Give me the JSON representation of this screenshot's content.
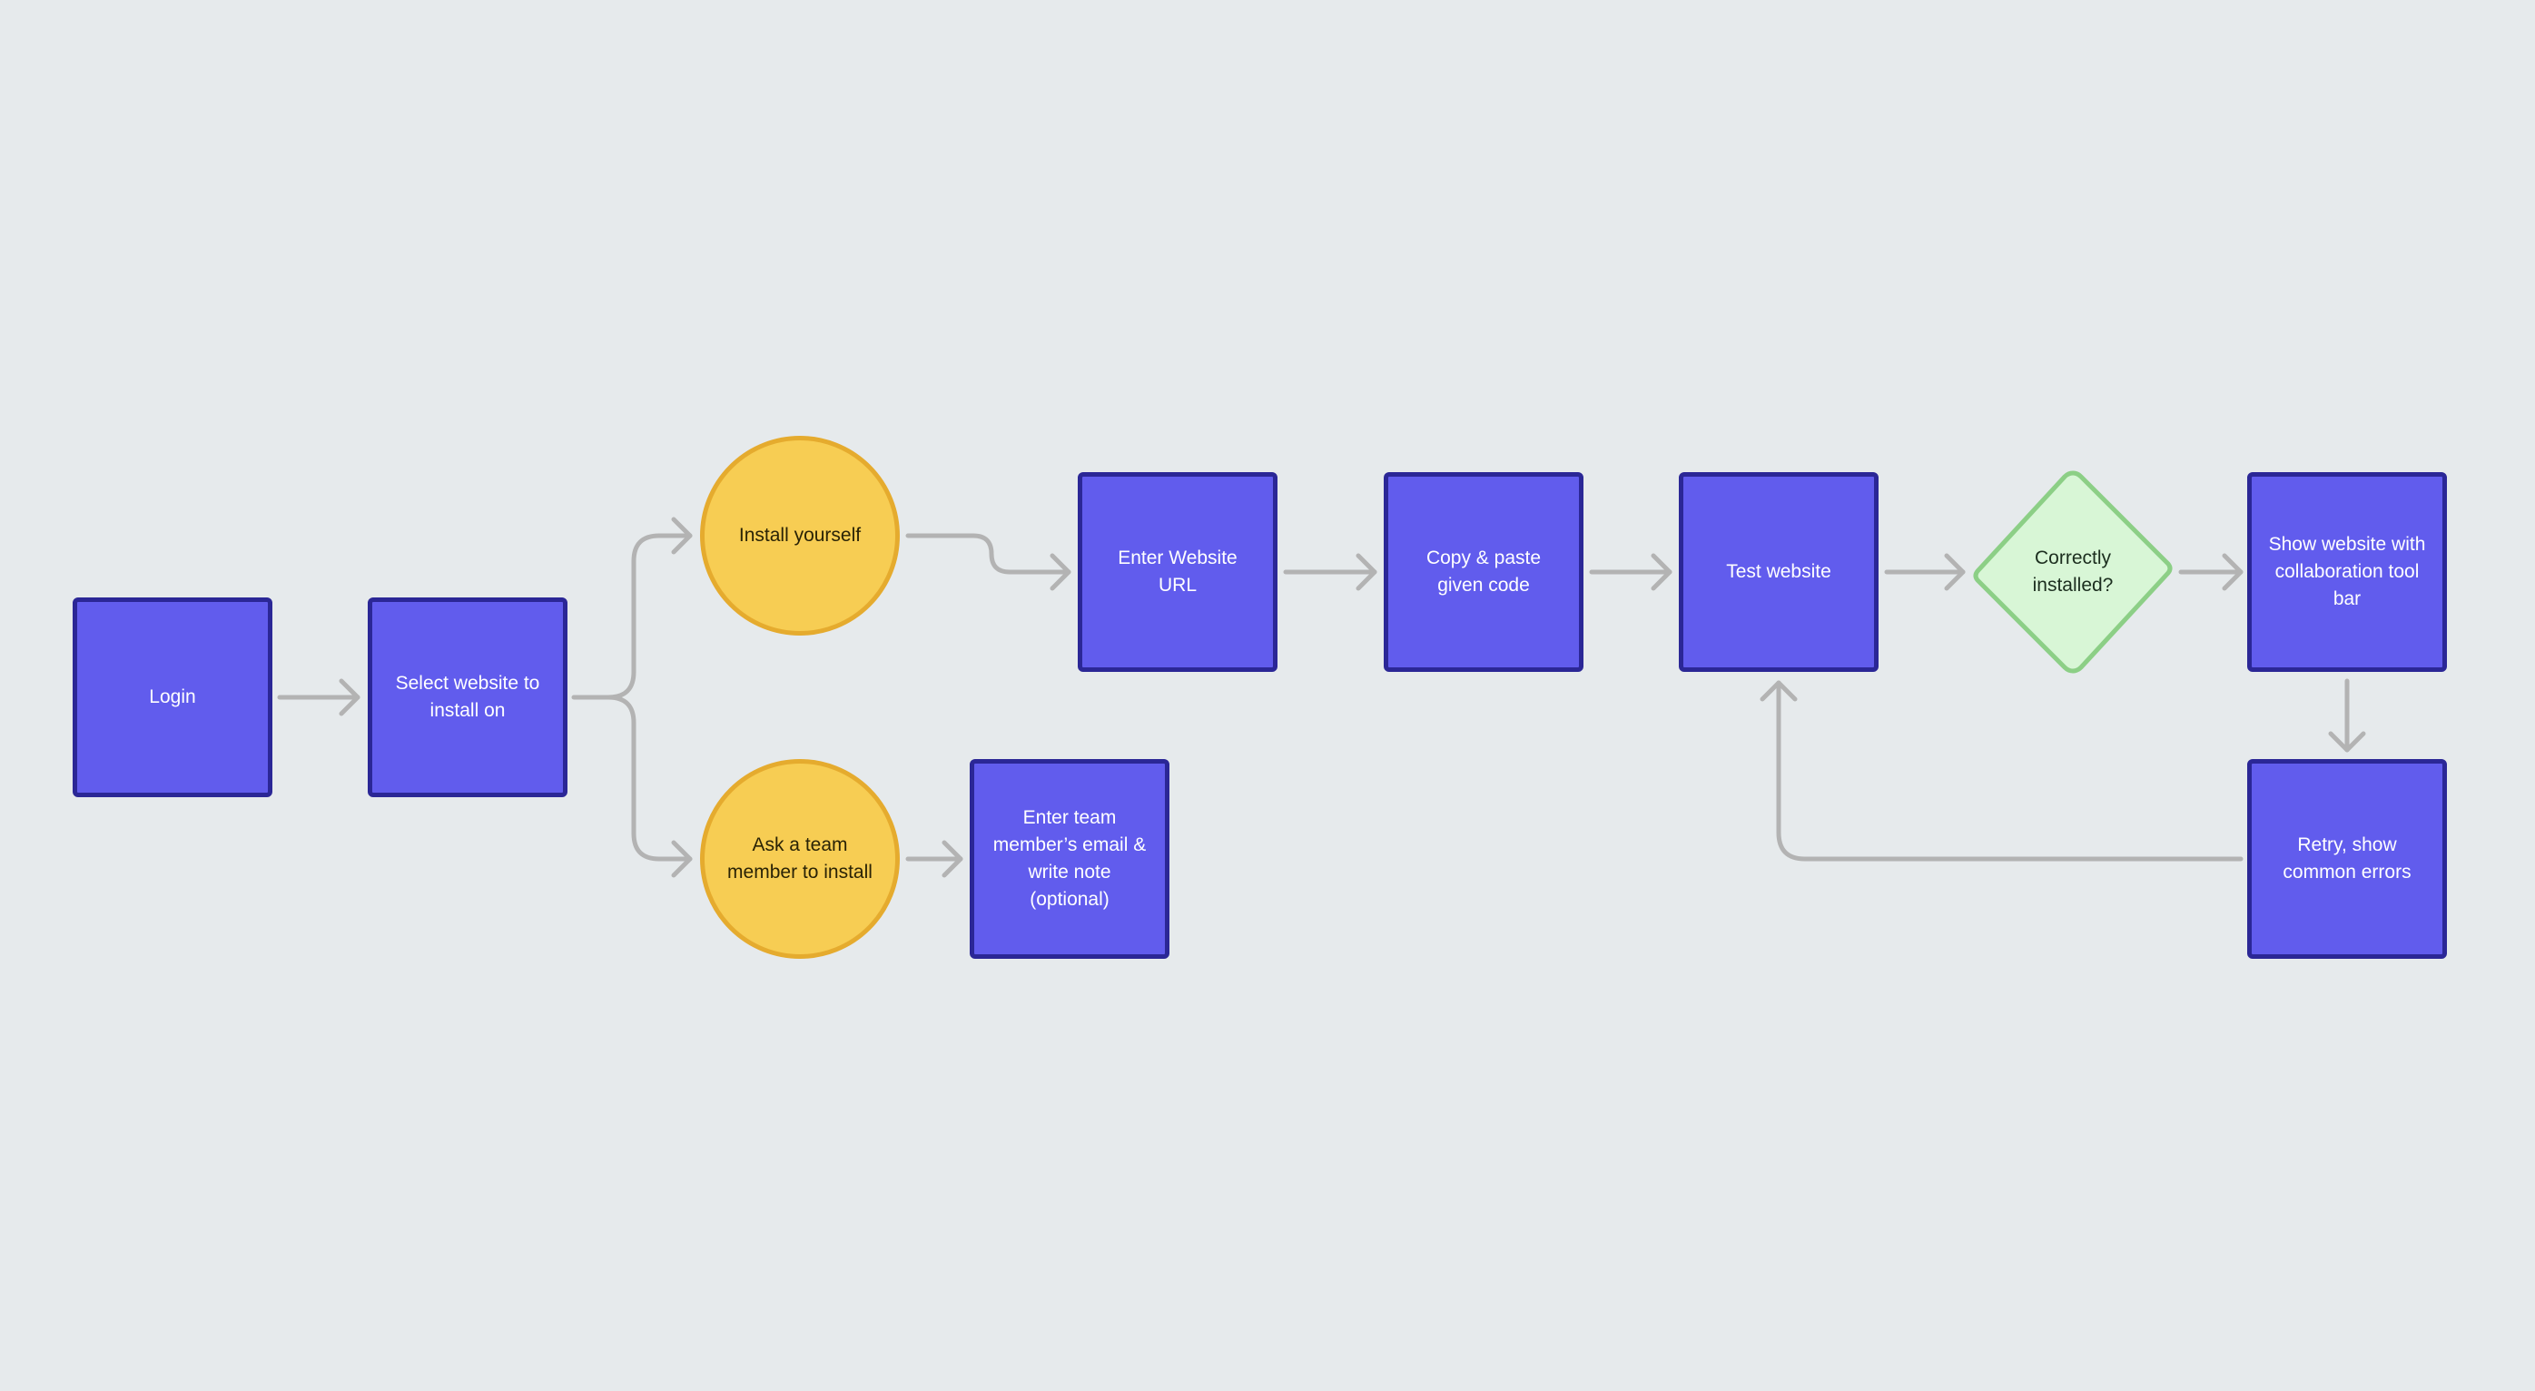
{
  "diagram": {
    "colors": {
      "background": "#e6eaec",
      "process_fill": "#615ced",
      "process_border": "#2b2796",
      "start_fill": "#f7cd53",
      "start_border": "#e5ab2e",
      "decision_fill": "#d8f6d6",
      "decision_border": "#8ccf86",
      "connector": "#b3b3b3"
    },
    "nodes": {
      "login": "Login",
      "select_website": "Select website to install on",
      "install_yourself": "Install yourself",
      "ask_team_member": "Ask a team member to install",
      "enter_team_email": "Enter team member’s email & write note (optional)",
      "enter_website_url": "Enter Website URL",
      "copy_paste_code": "Copy & paste given code",
      "test_website": "Test website",
      "correctly_installed": "Correctly installed?",
      "show_website_toolbar": "Show website with collaboration tool bar",
      "retry_common_errors": "Retry, show common errors"
    }
  }
}
